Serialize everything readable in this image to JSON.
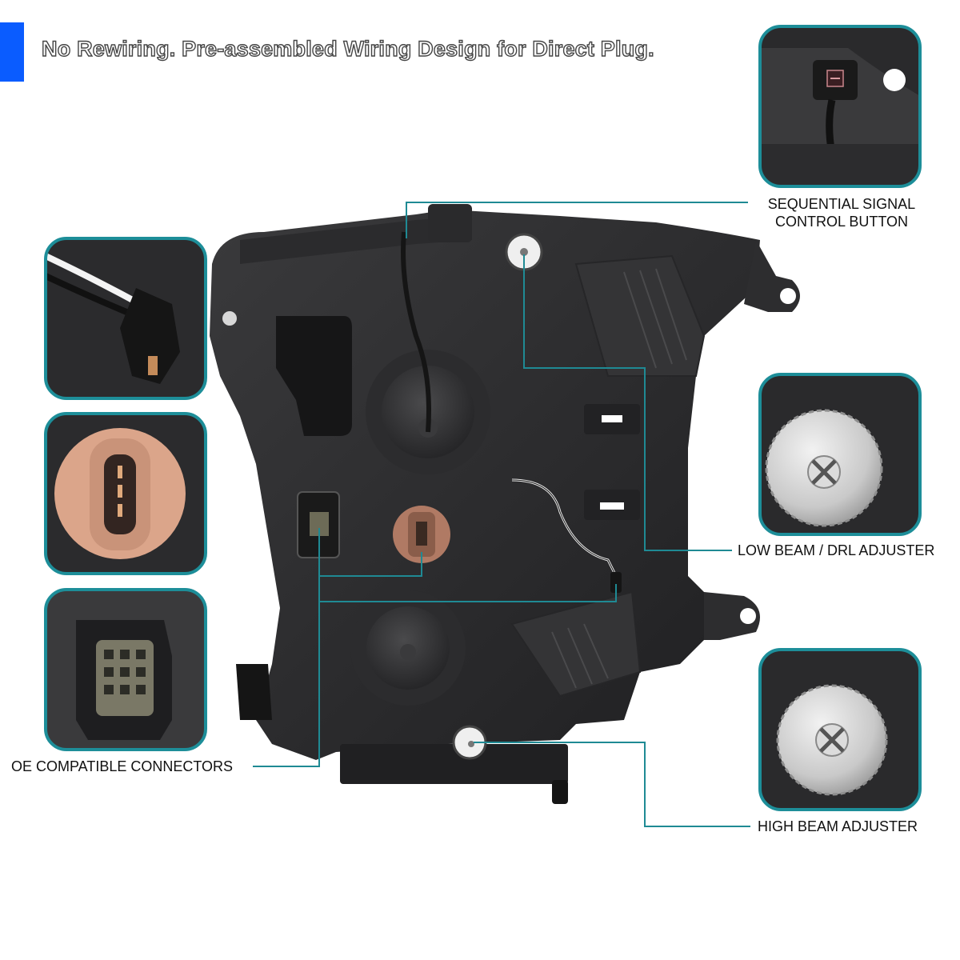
{
  "headline": "No Rewiring. Pre-assembled Wiring Design for Direct Plug.",
  "labels": {
    "sequential_line1": "SEQUENTIAL SIGNAL",
    "sequential_line2": "CONTROL BUTTON",
    "low_beam": "LOW BEAM / DRL ADJUSTER",
    "high_beam": "HIGH BEAM ADJUSTER",
    "oe_connectors": "OE COMPATIBLE CONNECTORS"
  },
  "colors": {
    "accent": "#0a5cff",
    "callout_line": "#1f8a94",
    "inset_border": "#1d8e99"
  }
}
